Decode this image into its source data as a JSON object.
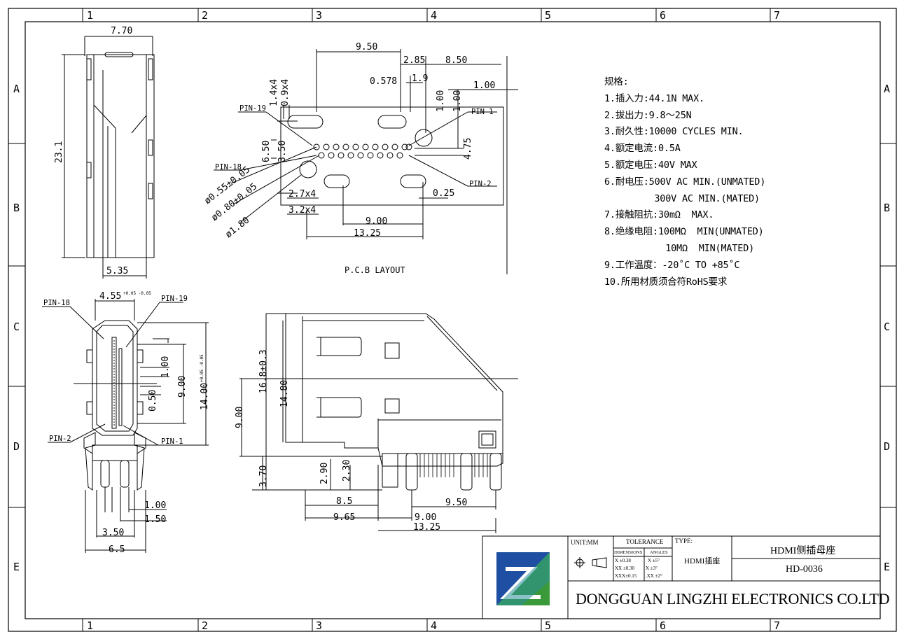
{
  "frame": {
    "col_labels": [
      "1",
      "2",
      "3",
      "4",
      "5",
      "6",
      "7"
    ],
    "row_labels": [
      "A",
      "B",
      "C",
      "D",
      "E"
    ]
  },
  "pcb": {
    "title": "P.C.B LAYOUT",
    "dims": {
      "d950": "9.50",
      "d285": "2.85",
      "d850": "8.50",
      "d0578": "0.578",
      "d19": "1.9",
      "d100a": "1.00",
      "d100b": "1.00",
      "d100c": "1.00",
      "d14x4": "1.4x4",
      "d09x4": "0.9x4",
      "d650": "6.50",
      "d350": "3.50",
      "d475": "4.75",
      "d27x4": "2.7x4",
      "d32x4": "3.2x4",
      "d025": "0.25",
      "d900": "9.00",
      "d1325": "13.25",
      "phi055": "ø0.55±0.05",
      "phi080": "ø0.80±0.05",
      "phi180": "ø1.80"
    },
    "pins": {
      "p19": "PIN-19",
      "p18": "PIN-18",
      "p1": "PIN-1",
      "p2": "PIN-2"
    }
  },
  "side": {
    "d770": "7.70",
    "d231": "23.1",
    "d535": "5.35"
  },
  "front": {
    "d455": "4.55",
    "d455tol": "+0.05\n-0.05",
    "d100": "1.00",
    "d900": "9.00",
    "d1400": "14.00",
    "d1400tol": "+0.05\n-0.05",
    "d050": "0.50",
    "d100b": "1.00",
    "d150": "1.50",
    "d350": "3.50",
    "d65": "6.5",
    "pin18": "PIN-18",
    "pin19": "PIN-19",
    "pin2": "PIN-2",
    "pin1": "PIN-1"
  },
  "profile": {
    "d168": "16.8±0.3",
    "d1480": "14.80",
    "d900": "9.00",
    "d370": "3.70",
    "d290": "2.90",
    "d230": "2.30",
    "d85": "8.5",
    "d965": "9.65",
    "d950": "9.50",
    "d900b": "9.00",
    "d1325": "13.25"
  },
  "specs": {
    "heading": "规格:",
    "lines": [
      "1.插入力:44.1N MAX.",
      "2.拔出力:9.8～25N",
      "3.耐久性:10000 CYCLES MIN.",
      "4.额定电流:0.5A",
      "5.额定电压:40V MAX",
      "6.耐电压:500V AC MIN.(UNMATED)",
      "         300V AC MIN.(MATED)",
      "7.接触阻抗:30mΩ  MAX.",
      "8.绝缘电阻:100MΩ  MIN(UNMATED)",
      "           10MΩ  MIN(MATED)",
      "9.工作温度：-20˚C TO +85˚C",
      "10.所用材质须合符RoHS要求"
    ]
  },
  "title_block": {
    "unit": "UNIT:MM",
    "tolerance": "TOLERANCE",
    "dimensions": "DIMENSIONS",
    "angles": "ANGLES",
    "tol_rows": [
      {
        "dim": "X  ±0.38",
        "ang": "X  ±5°"
      },
      {
        "dim": "XX ±0.30",
        "ang": " X  ±3°"
      },
      {
        "dim": "XXX±0.15",
        "ang": ".XX ±2°"
      }
    ],
    "type_label": "TYPE:",
    "type_value": "HDMI插座",
    "name": "HDMI侧插母座",
    "part_no": "HD-0036",
    "company": "DONGGUAN LINGZHI ELECTRONICS CO.LTD",
    "colors": {
      "logo_blue": "#1f4fa3",
      "logo_green": "#3a9a3a",
      "logo_teal": "#2a8f9a"
    }
  }
}
